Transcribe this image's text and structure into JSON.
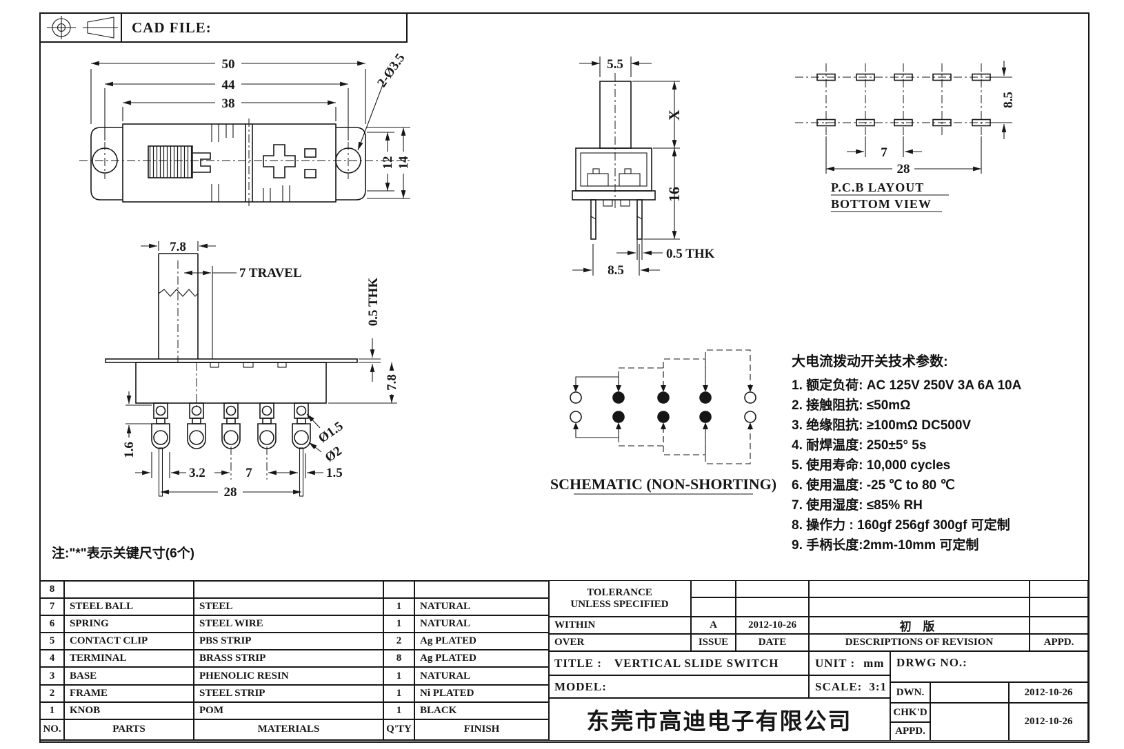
{
  "header": {
    "cad_file_label": "CAD FILE:"
  },
  "top_view": {
    "dim_50": "50",
    "dim_44": "44",
    "dim_38": "38",
    "dim_12": "12",
    "dim_14": "14",
    "dim_holes": "2-Ø3.5"
  },
  "side_view": {
    "dim_width": "5.5",
    "dim_x": "X",
    "dim_height": "16",
    "dim_thk": "0.5 THK",
    "dim_pitch": "8.5"
  },
  "pcb_view": {
    "caption_line1": "P.C.B LAYOUT",
    "caption_line2": "BOTTOM VIEW",
    "dim_pitch": "7",
    "dim_span": "28",
    "dim_row": "8.5"
  },
  "front_view": {
    "dim_knob": "7.8",
    "dim_travel": "7 TRAVEL",
    "dim_thk": "0.5 THK",
    "dim_body": "7.8",
    "dim_term": "1.6",
    "dim_lobe": "3.2",
    "dim_pitch": "7",
    "dim_leg": "1.5",
    "dim_hole_small": "Ø1.5",
    "dim_hole_big": "Ø2",
    "dim_span": "28"
  },
  "schematic": {
    "caption": "SCHEMATIC (NON-SHORTING)"
  },
  "note": "注:\"*\"表示关键尺寸(6个)",
  "tech_specs": {
    "title": "大电流拨动开关技术参数:",
    "items": [
      "1. 额定负荷: AC 125V 250V   3A   6A   10A",
      "2.  接触阻抗: ≤50mΩ",
      "3. 绝缘阻抗: ≥100mΩ  DC500V",
      "4.  耐焊温度: 250±5° 5s",
      "5. 使用寿命: 10,000 cycles",
      "6.  使用温度: -25 ℃ to 80 ℃",
      "7. 使用湿度: ≤85% RH",
      "8.  操作力 : 160gf  256gf  300gf 可定制",
      "9. 手柄长度:2mm-10mm 可定制"
    ]
  },
  "parts_table": {
    "headers": {
      "no": "NO.",
      "parts": "PARTS",
      "materials": "MATERIALS",
      "qty": "Q'TY",
      "finish": "FINISH"
    },
    "rows": [
      {
        "no": "8",
        "part": "",
        "material": "",
        "qty": "",
        "finish": ""
      },
      {
        "no": "7",
        "part": "STEEL BALL",
        "material": "STEEL",
        "qty": "1",
        "finish": "NATURAL"
      },
      {
        "no": "6",
        "part": "SPRING",
        "material": "STEEL WIRE",
        "qty": "1",
        "finish": "NATURAL"
      },
      {
        "no": "5",
        "part": "CONTACT CLIP",
        "material": "PBS STRIP",
        "qty": "2",
        "finish": "Ag PLATED"
      },
      {
        "no": "4",
        "part": "TERMINAL",
        "material": "BRASS STRIP",
        "qty": "8",
        "finish": "Ag PLATED"
      },
      {
        "no": "3",
        "part": "BASE",
        "material": "PHENOLIC RESIN",
        "qty": "1",
        "finish": "NATURAL"
      },
      {
        "no": "2",
        "part": "FRAME",
        "material": "STEEL STRIP",
        "qty": "1",
        "finish": "Ni PLATED"
      },
      {
        "no": "1",
        "part": "KNOB",
        "material": "POM",
        "qty": "1",
        "finish": "BLACK"
      }
    ]
  },
  "title_block": {
    "tolerance_line1": "TOLERANCE",
    "tolerance_line2": "UNLESS  SPECIFIED",
    "within_label": "WITHIN",
    "over_label": "OVER",
    "issue_value": "A",
    "issue_label": "ISSUE",
    "date_value": "2012-10-26",
    "date_label": "DATE",
    "revision_value": "初  版",
    "revision_label": "DESCRIPTIONS OF REVISION",
    "appd_label": "APPD.",
    "title_label": "TITLE :",
    "title_value": "VERTICAL SLIDE SWITCH",
    "unit_label": "UNIT :",
    "unit_value": "mm",
    "drwg_label": "DRWG NO.:",
    "model_label": "MODEL:",
    "scale_label": "SCALE:",
    "scale_value": "3:1",
    "dwn_label": "DWN.",
    "dwn_date": "2012-10-26",
    "chkd_label": "CHK'D",
    "appd2_label": "APPD.",
    "chk_date": "2012-10-26",
    "company": "东莞市高迪电子有限公司"
  }
}
